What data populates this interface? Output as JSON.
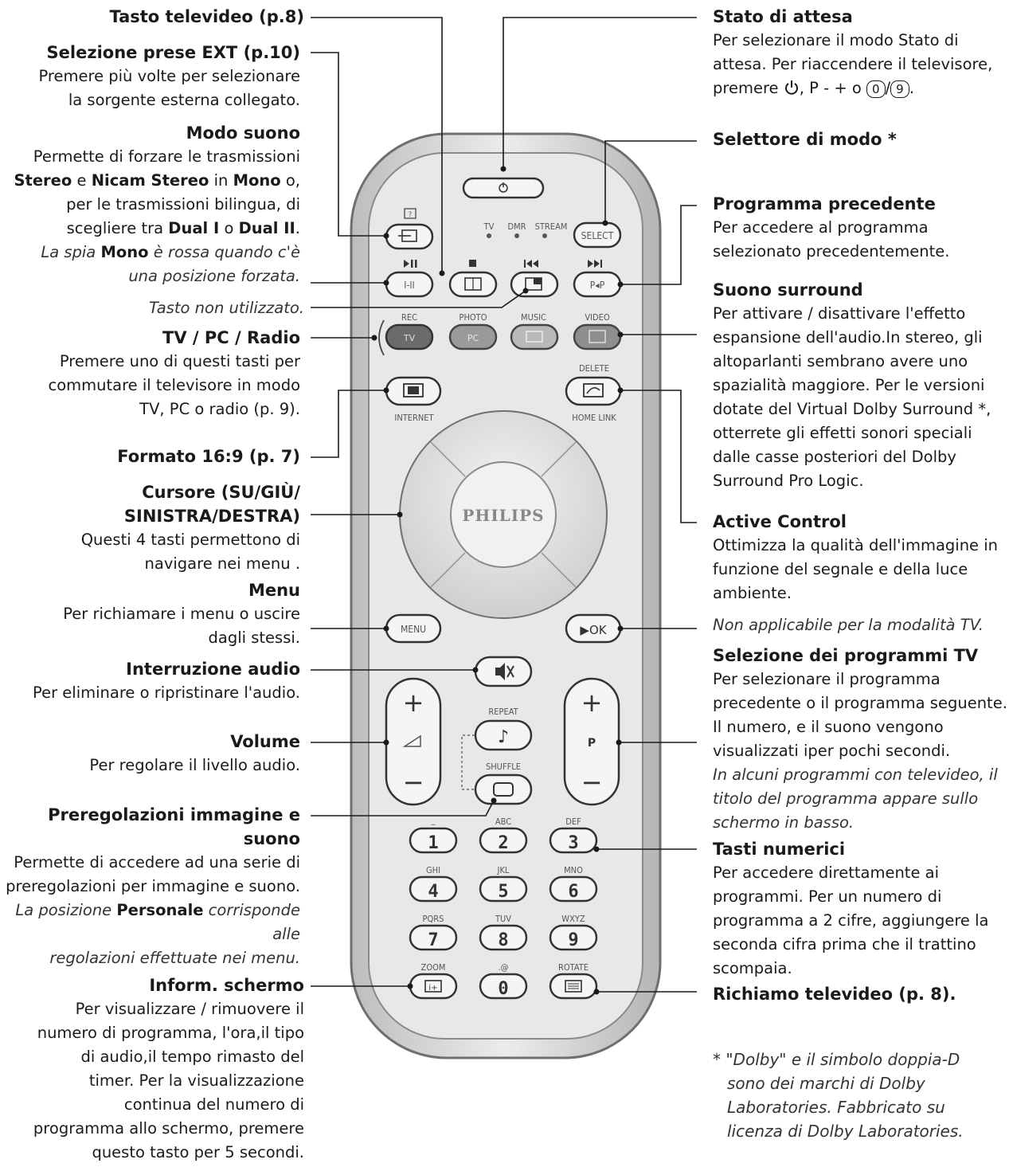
{
  "left": {
    "tasto_televideo": "Tasto televideo (p.8)",
    "ext_title": "Selezione prese EXT (p.10)",
    "ext_l1": "Premere più volte per selezionare",
    "ext_l2": "la sorgente esterna collegato.",
    "suono_title": "Modo suono",
    "suono_l1": "Permette di forzare le trasmissioni",
    "suono_stereo": "Stereo",
    "suono_e": " e ",
    "suono_nicam": "Nicam Stereo",
    "suono_in": " in ",
    "suono_mono": "Mono",
    "suono_o": " o,",
    "suono_l3": "per le trasmissioni bilingua, di",
    "suono_l4a": "scegliere tra ",
    "suono_dual1": "Dual I",
    "suono_l4o": " o ",
    "suono_dual2": "Dual II",
    "suono_l4end": ".",
    "spia_a": "La spia ",
    "spia_mono": "Mono",
    "spia_b": " è rossa quando c'è",
    "spia_l2": "una posizione forzata.",
    "non_util": "Tasto non utilizzato.",
    "tvpc_title": "TV / PC / Radio",
    "tvpc_l1": "Premere uno di questi tasti per",
    "tvpc_l2": "commutare il televisore in modo",
    "tvpc_l3": "TV, PC o radio (p. 9).",
    "formato": "Formato 16:9 (p. 7)",
    "cursore_l1": "Cursore (SU/GIÙ/",
    "cursore_l2": "SINISTRA/DESTRA)",
    "cursore_l3": "Questi 4 tasti permettono di",
    "cursore_l4": "navigare nei menu .",
    "menu_title": "Menu",
    "menu_l1": "Per richiamare i menu o uscire",
    "menu_l2": "dagli stessi.",
    "interr_title": "Interruzione audio",
    "interr_l1": "Per eliminare o ripristinare l'audio.",
    "volume_title": "Volume",
    "volume_l1": "Per regolare il livello audio.",
    "prereg_title": "Preregolazioni immagine e suono",
    "prereg_l1": "Permette di accedere ad una serie di",
    "prereg_l2": "preregolazioni per immagine e suono.",
    "prereg_i1a": "La posizione ",
    "prereg_personale": "Personale",
    "prereg_i1b": " corrisponde alle",
    "prereg_i2": "regolazioni effettuate nei menu.",
    "inform_title": "Inform. schermo",
    "inform_l1": "Per visualizzare / rimuovere il",
    "inform_l2": "numero di programma, l'ora,il tipo",
    "inform_l3": "di audio,il tempo rimasto del",
    "inform_l4": "timer. Per la visualizzazione",
    "inform_l5": "continua del numero di",
    "inform_l6": "programma allo schermo, premere",
    "inform_l7": "questo tasto per 5 secondi."
  },
  "right": {
    "attesa_title": "Stato di attesa",
    "attesa_l1": "Per selezionare il modo Stato di",
    "attesa_l2": "attesa. Per riaccendere il televisore,",
    "attesa_l3a": "premere ",
    "attesa_l3b": ", P - + o ",
    "attesa_l3c": "0",
    "attesa_l3d": "/",
    "attesa_l3e": "9",
    "attesa_l3f": ".",
    "selettore_title": "Selettore di modo *",
    "prog_prec_title": "Programma precedente",
    "prog_prec_l1": "Per accedere al programma",
    "prog_prec_l2": "selezionato precedentemente.",
    "surround_title": "Suono surround",
    "surround_l1": "Per attivare / disattivare l'effetto",
    "surround_l2": "espansione dell'audio.In stereo, gli",
    "surround_l3": "altoparlanti sembrano avere uno",
    "surround_l4": "spazialità maggiore. Per le versioni",
    "surround_l5": "dotate del  Virtual Dolby Surround *,",
    "surround_l6": "otterrete gli effetti sonori speciali",
    "surround_l7": "dalle casse posteriori del Dolby",
    "surround_l8": "Surround Pro Logic.",
    "active_title": "Active Control",
    "active_l1": "Ottimizza la qualità dell'immagine in",
    "active_l2": "funzione del segnale e della luce",
    "active_l3": "ambiente.",
    "non_appl": "Non applicabile per la modalità TV.",
    "selprog_title": "Selezione dei programmi TV",
    "selprog_l1": "Per selezionare il programma",
    "selprog_l2": "precedente o il programma seguente.",
    "selprog_l3": "Il numero, e il suono vengono",
    "selprog_l4": "visualizzati iper pochi secondi.",
    "selprog_i1": "In alcuni programmi con televideo, il",
    "selprog_i2": "titolo del programma appare sullo",
    "selprog_i3": "schermo in basso.",
    "numerici_title": "Tasti numerici",
    "numerici_l1": "Per accedere direttamente ai",
    "numerici_l2": "programmi. Per un numero di",
    "numerici_l3": "programma a 2 cifre, aggiungere la",
    "numerici_l4": "seconda cifra prima che il trattino",
    "numerici_l5": "scompaia.",
    "richiamo_title": "Richiamo televideo (p. 8).",
    "foot_l1": "* \"Dolby\" e il simbolo doppia-D",
    "foot_l2": "sono dei marchi di Dolby",
    "foot_l3": "Laboratories. Fabbricato su",
    "foot_l4": "licenza di Dolby Laboratories."
  },
  "remote": {
    "brand": "PHILIPS",
    "mode_tv": "TV",
    "mode_dmr": "DMR",
    "mode_stream": "STREAM",
    "select": "SELECT",
    "i_ii": "I-II",
    "pp": "P◂P",
    "rec": "REC",
    "photo": "PHOTO",
    "music": "MUSIC",
    "video": "VIDEO",
    "tv": "TV",
    "pc": "PC",
    "delete": "DELETE",
    "internet": "INTERNET",
    "home_link": "HOME LINK",
    "menu": "MENU",
    "ok": "▶OK",
    "repeat": "REPEAT",
    "shuffle": "SHUFFLE",
    "p": "P",
    "plus": "+",
    "minus": "−",
    "d1": "1",
    "d2": "2",
    "d3": "3",
    "d4": "4",
    "d5": "5",
    "d6": "6",
    "d7": "7",
    "d8": "8",
    "d9": "9",
    "d0": "0",
    "dash": "_",
    "abc": "ABC",
    "def": "DEF",
    "ghi": "GHI",
    "jkl": "JKL",
    "mno": "MNO",
    "pqrs": "PQRS",
    "tuv": "TUV",
    "wxyz": "WXYZ",
    "zoom": "ZOOM",
    "at": ".@",
    "rotate": "ROTATE"
  },
  "colors": {
    "body_outer": "#d9d9d9",
    "body_face": "#e9e9e9",
    "button_fill": "#f4f4f4",
    "dark_tv": "#6b6b6b",
    "pc_btn": "#9a9a9a",
    "music_btn": "#b9b9b9",
    "video_btn": "#8e8e8e",
    "ink": "#1a1a1a"
  }
}
